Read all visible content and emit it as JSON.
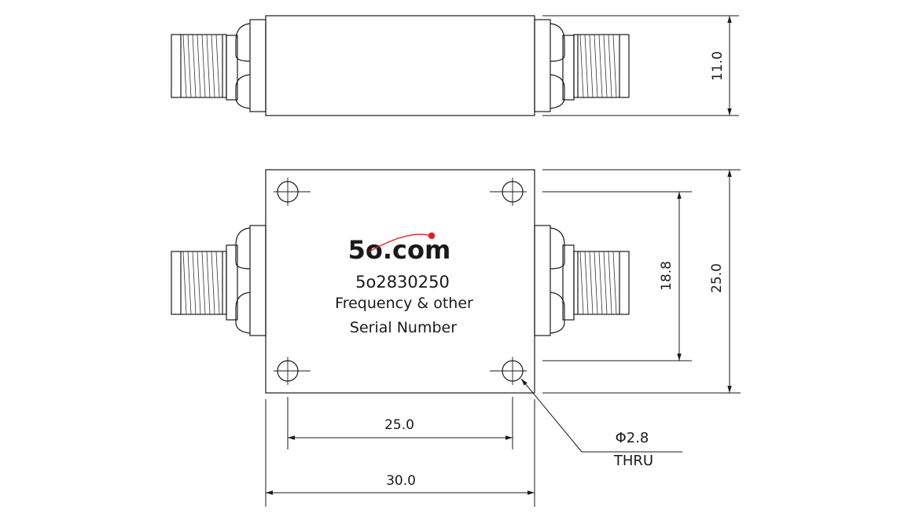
{
  "logo": {
    "text": "5o.com",
    "color": "#1a4fb5",
    "dot_color": "#e02020"
  },
  "label": {
    "part_number": "5o2830250",
    "line1": "Frequency & other",
    "line2": "Serial Number"
  },
  "dimensions": {
    "side_height": "11.0",
    "hole_spacing_vertical": "18.8",
    "body_height": "25.0",
    "hole_spacing_horizontal": "25.0",
    "body_width": "30.0",
    "hole_diameter": "Φ2.8",
    "hole_note": "THRU"
  },
  "colors": {
    "line": "#1a1a1a",
    "background": "#ffffff"
  }
}
